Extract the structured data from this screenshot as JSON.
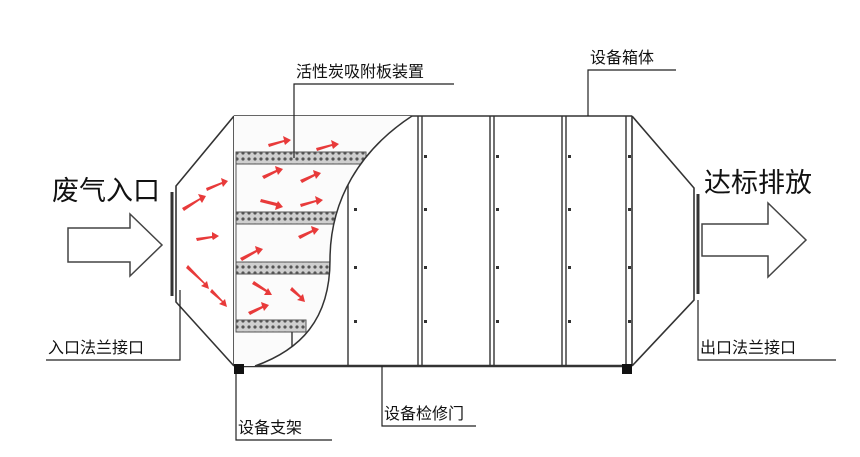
{
  "labels": {
    "inlet_gas": "废气入口",
    "outlet_emission": "达标排放",
    "carbon_plate_device": "活性炭吸附板装置",
    "equipment_box": "设备箱体",
    "inlet_flange": "入口法兰接口",
    "outlet_flange": "出口法兰接口",
    "support_frame": "设备支架",
    "access_door": "设备检修门"
  },
  "colors": {
    "line": "#333333",
    "arrow_fill": "#ffffff",
    "airflow": "#e83a3a",
    "carbon_plate": "#8a8a8a"
  }
}
